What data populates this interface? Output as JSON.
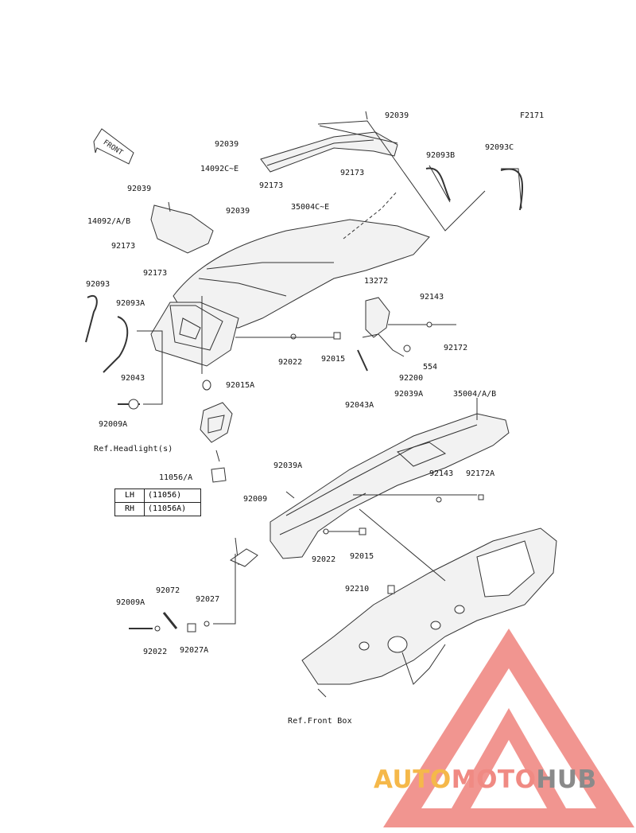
{
  "figure_code": "F2171",
  "front_arrow": "FRONT",
  "labels": {
    "p92039_top": "92039",
    "p92039_a": "92039",
    "p14092c_e": "14092C~E",
    "p92173_a": "92173",
    "p92173_b": "92173",
    "p92093b": "92093B",
    "p92093c": "92093C",
    "p92039_left": "92039",
    "p92039_mid": "92039",
    "p14092_ab": "14092/A/B",
    "p35004c_e": "35004C~E",
    "p92173_left": "92173",
    "p92173_mid": "92173",
    "p13272": "13272",
    "p92093": "92093",
    "p92093a": "92093A",
    "p92143_a": "92143",
    "p92172": "92172",
    "p92022_a": "92022",
    "p92015_a": "92015",
    "p554": "554",
    "p92200": "92200",
    "p92043": "92043",
    "p92015a": "92015A",
    "p92043a": "92043A",
    "p92009a_a": "92009A",
    "p92039a_a": "92039A",
    "p35004_ab": "35004/A/B",
    "ref_headlight": "Ref.Headlight(s)",
    "p11056_a": "11056/A",
    "p92039a_b": "92039A",
    "p92143_b": "92143",
    "p92172a": "92172A",
    "p92009": "92009",
    "p92022_b": "92022",
    "p92015_b": "92015",
    "p92210": "92210",
    "p92009a_b": "92009A",
    "p92072": "92072",
    "p92027": "92027",
    "p92022_c": "92022",
    "p92027a": "92027A",
    "ref_front_box": "Ref.Front Box"
  },
  "side_table": [
    {
      "side": "LH",
      "code": "(11056)"
    },
    {
      "side": "RH",
      "code": "(11056A)"
    }
  ],
  "watermark": {
    "part1": "AUTO",
    "part2": "MOTO",
    "part3": "HUB"
  },
  "colors": {
    "line": "#333333",
    "part_fill": "#f2f2f2",
    "watermark_red": "#ee7a74",
    "watermark_orange": "#f5b84a",
    "watermark_gray": "#8a8a8a"
  }
}
